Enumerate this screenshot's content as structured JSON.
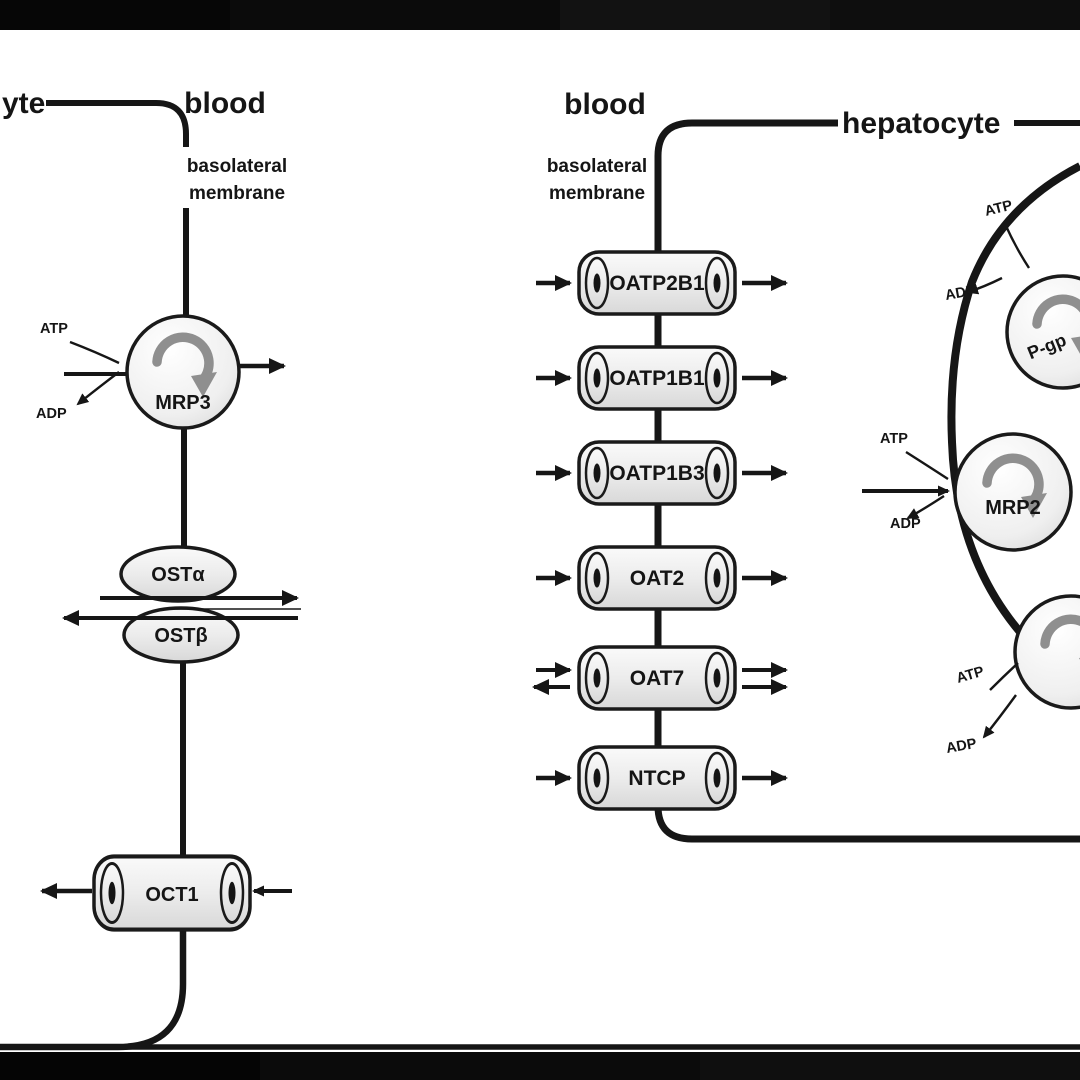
{
  "labels": {
    "atp": "ATP",
    "adp": "ADP"
  },
  "left_panel": {
    "hepatocyte_fragment": "yte",
    "blood": "blood",
    "membrane_line1": "basolateral",
    "membrane_line2": "membrane",
    "pump": "MRP3",
    "ost_alpha": "OSTα",
    "ost_beta": "OSTβ",
    "oct1": "OCT1"
  },
  "right_panel": {
    "blood": "blood",
    "hepatocyte": "hepatocyte",
    "membrane_line1": "basolateral",
    "membrane_line2": "membrane",
    "transporters": [
      "OATP2B1",
      "OATP1B1",
      "OATP1B3",
      "OAT2",
      "OAT7",
      "NTCP"
    ],
    "pump_top": "P-gp",
    "pump_mid": "MRP2"
  },
  "colors": {
    "background": "#ffffff",
    "frame_bar": "#0b0b0b",
    "line": "#161616",
    "shape_fill": "#f2f2f2",
    "recycle_arc": "#8f8f8f"
  }
}
